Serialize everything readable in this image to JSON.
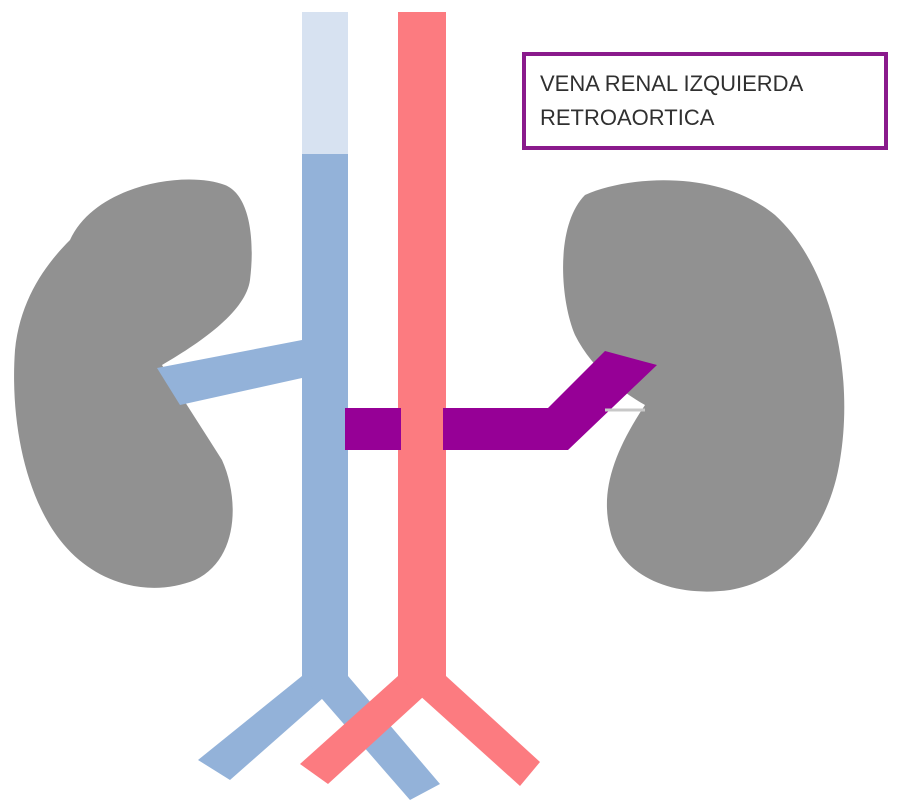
{
  "diagram": {
    "label": {
      "line1": "VENA RENAL IZQUIERDA",
      "line2": "RETROAORTICA"
    },
    "structures": {
      "kidney": "kidney-icon",
      "ivc": "inferior-vena-cava",
      "aorta": "aorta",
      "right_renal_vein": "right-renal-vein",
      "left_renal_vein": "retroaortic-left-renal-vein"
    }
  },
  "colors": {
    "kidney": "#919191",
    "vein": "#93b2d9",
    "vein_light": "#d7e2f1",
    "artery": "#fc7b80",
    "retroaortic_vein": "#960096",
    "label_border": "#8a1a8c",
    "label_text": "#303030"
  }
}
